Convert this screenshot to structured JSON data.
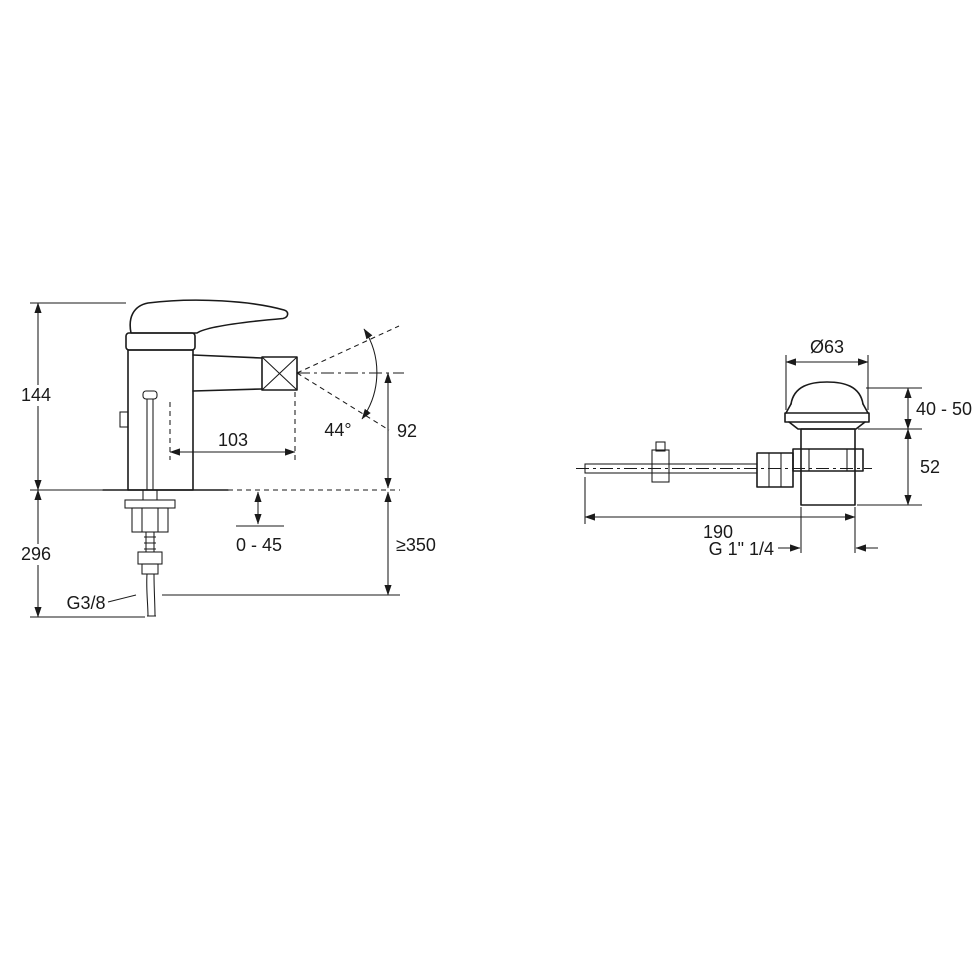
{
  "drawing": {
    "kind": "bidet-mixer-and-popup-waste-dimension-drawing",
    "dims": {
      "left": {
        "total_height": "144",
        "under_deck_height": "296",
        "spout_reach": "103",
        "spray_angle": "44°",
        "spout_height": "92",
        "deck_thickness_range": "0 - 45",
        "hose_min_length": "≥350",
        "inlet_thread": "G3/8"
      },
      "right": {
        "flange_diameter": "Ø63",
        "adjust_range": "40 - 50",
        "body_height": "52",
        "rod_length": "190",
        "outlet_thread": "G 1\" 1/4"
      }
    },
    "colors": {
      "line": "#1a1a1a",
      "background": "#ffffff"
    }
  }
}
